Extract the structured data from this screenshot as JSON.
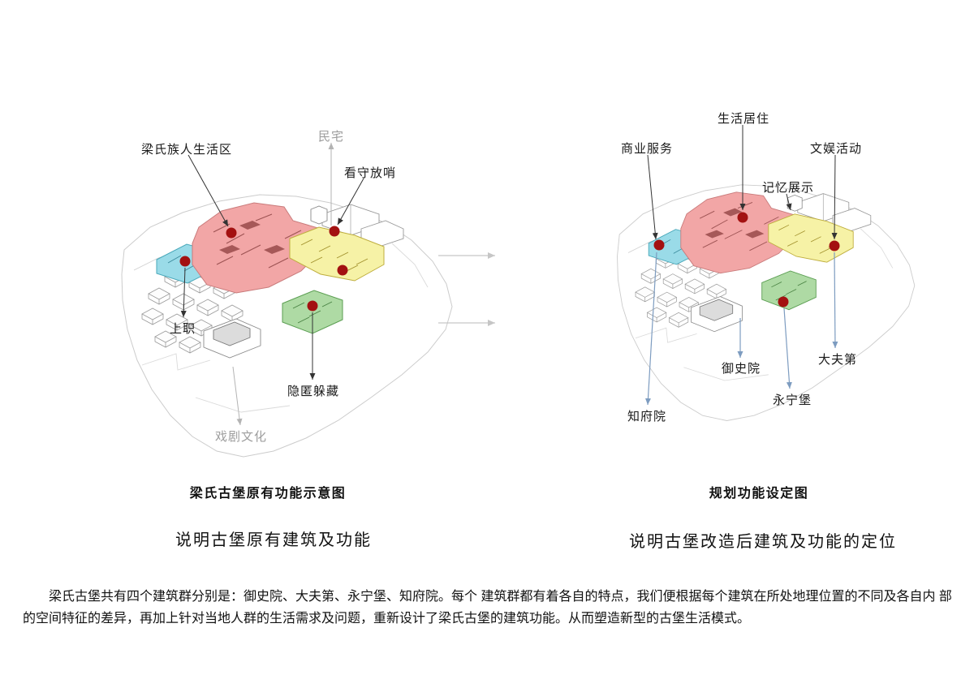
{
  "colors": {
    "zone_pink": "#f2a6a6",
    "zone_cyan": "#9adbe8",
    "zone_yellow": "#f6f2a6",
    "zone_green": "#aedaa4",
    "dot_red": "#a31111",
    "arrow_black": "#333333",
    "arrow_gray": "#b3b3b3",
    "arrow_blue": "#7d9cc0",
    "label_gray": "#9e9e9e"
  },
  "left_panel": {
    "title": "梁氏古堡原有功能示意图",
    "caption": "说明古堡原有建筑及功能",
    "labels": {
      "living_area": "梁氏族人生活区",
      "residence": "民宅",
      "guard": "看守放哨",
      "work": "上职",
      "hide": "隐匿躲藏",
      "drama": "戏剧文化"
    }
  },
  "right_panel": {
    "title": "规划功能设定图",
    "caption": "说明古堡改造后建筑及功能的定位",
    "labels": {
      "living": "生活居住",
      "commerce": "商业服务",
      "culture": "文娱活动",
      "memory": "记忆展示",
      "yushiyuan": "御史院",
      "dafudi": "大夫第",
      "yongningbao": "永宁堡",
      "zhifuyuan": "知府院"
    }
  },
  "description": "　　梁氏古堡共有四个建筑群分别是：御史院、大夫第、永宁堡、知府院。每个 建筑群都有着各自的特点，我们便根据每个建筑在所处地理位置的不同及各自内 部的空间特征的差异，再加上针对当地人群的生活需求及问题，重新设计了梁氏古堡的建筑功能。从而塑造新型的古堡生活模式。"
}
